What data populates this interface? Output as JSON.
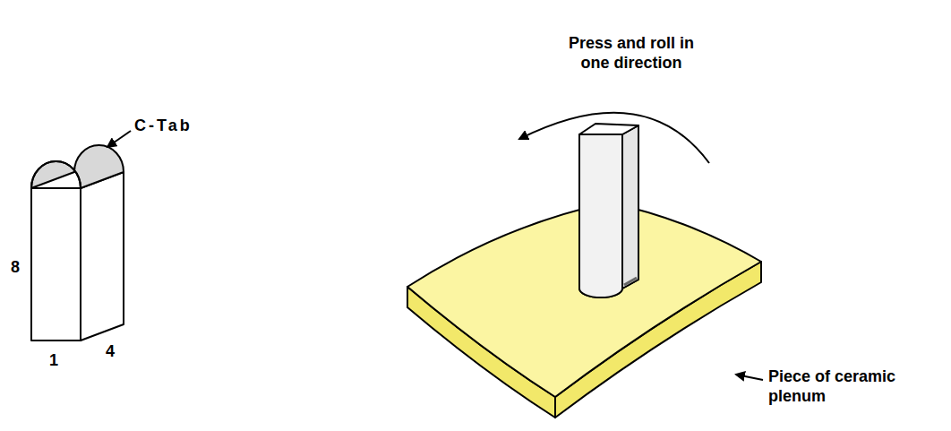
{
  "diagram": {
    "labels": [
      "C-Tab",
      "8",
      "4",
      "1",
      "Press and roll in one direction",
      "Piece of ceramic plenum"
    ]
  }
}
